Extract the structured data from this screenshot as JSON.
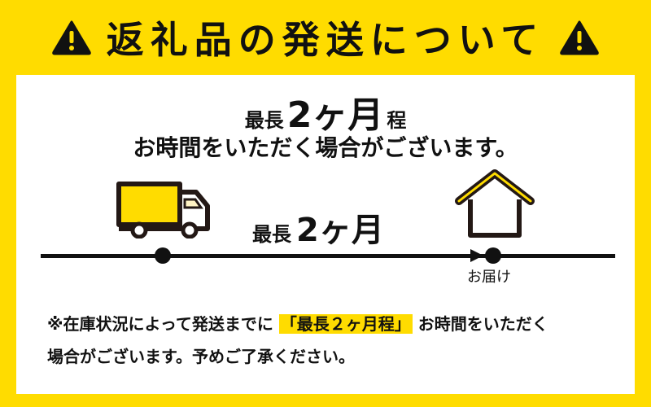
{
  "header": {
    "title": "返礼品の発送について",
    "left_icon": "warning-icon",
    "right_icon": "warning-icon"
  },
  "headline": {
    "prefix": "最長",
    "emphasis": "2ヶ月",
    "suffix": "程",
    "subline": "お時間をいただく場合がございます。"
  },
  "timeline": {
    "start_icon": "truck-icon",
    "end_icon": "house-icon",
    "duration_prefix": "最長",
    "duration_value": "2ヶ月",
    "end_label": "お届け"
  },
  "note": {
    "line1_before": "※在庫状況によって発送までに",
    "line1_highlight": "「最長２ヶ月程」",
    "line1_after": "お時間をいただく",
    "line2": "場合がございます。予めご了承ください。"
  },
  "colors": {
    "brand_yellow": "#FFDC00",
    "text": "#111111",
    "panel": "#FFFFFF"
  }
}
